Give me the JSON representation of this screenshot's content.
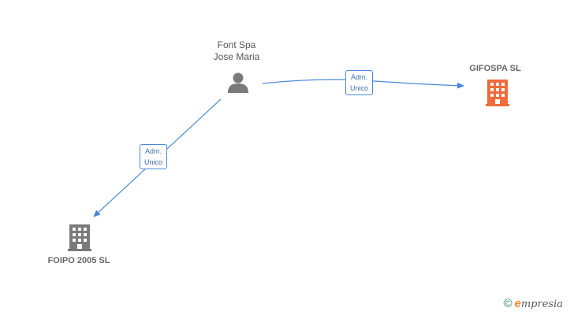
{
  "nodes": {
    "person": {
      "line1": "Font Spa",
      "line2": "Jose Maria",
      "icon": "person-icon",
      "color": "#7a7a7a"
    },
    "company_main": {
      "name": "GIFOSPA  SL",
      "icon": "building-icon",
      "color": "#f26b3a"
    },
    "company_other": {
      "name": "FOIPO 2005 SL",
      "icon": "building-icon",
      "color": "#7a7a7a"
    }
  },
  "edges": [
    {
      "line1": "Adm.",
      "line2": "Unico"
    },
    {
      "line1": "Adm.",
      "line2": "Unico"
    }
  ],
  "edge_color": "#4a8ad8",
  "watermark": {
    "symbol": "©",
    "brand_initial": "e",
    "brand_rest": "mpresia"
  }
}
